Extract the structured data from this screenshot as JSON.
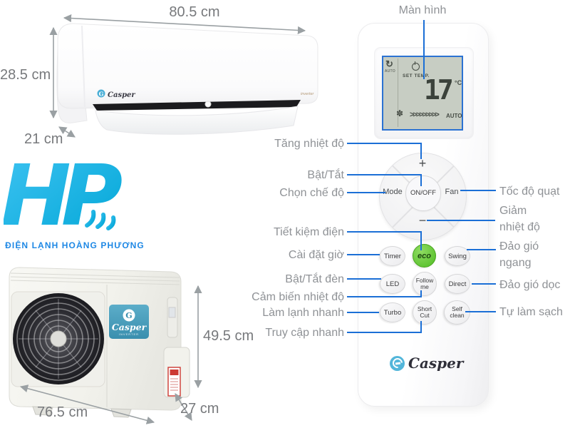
{
  "brand": {
    "name": "Casper",
    "inverter": "inverter",
    "badge_sub": "INVERTER"
  },
  "hp_logo": {
    "monogram": "HP",
    "caption": "ĐIỆN LẠNH HOÀNG PHƯƠNG",
    "color_start": "#3fc3f2",
    "color_end": "#00a6d6",
    "caption_color": "#1e88e5"
  },
  "dimensions": {
    "indoor_width": "80.5 cm",
    "indoor_height": "28.5 cm",
    "indoor_depth": "21 cm",
    "outdoor_height": "49.5 cm",
    "outdoor_width": "76.5 cm",
    "outdoor_depth": "27 cm"
  },
  "remote": {
    "lcd": {
      "mode_auto": "AUTO",
      "set_temp_label": "SET TEMP.",
      "temperature": "17",
      "unit": "°C",
      "fan_arrows": ">>>>>>>>>",
      "fan_auto": "AUTO"
    },
    "pad": {
      "plus": "+",
      "minus": "−",
      "mode": "Mode",
      "power": "ON/OFF",
      "fan": "Fan"
    },
    "buttons": {
      "timer": "Timer",
      "eco": "eco",
      "swing": "Swing",
      "led": "LED",
      "follow_me": "Follow me",
      "direct": "Direct",
      "turbo": "Turbo",
      "short_cut": "Short Cut",
      "self_clean": "Self clean"
    }
  },
  "callouts": {
    "screen": "Màn hình",
    "left": [
      "Tăng nhiệt độ",
      "Bật/Tắt",
      "Chọn chế độ",
      "Tiết kiệm điện",
      "Cài đặt giờ",
      "Bật/Tắt đèn",
      "Cảm biến nhiệt độ",
      "Làm lạnh nhanh",
      "Truy cập nhanh"
    ],
    "right": [
      "Tốc độ quạt",
      "Giảm nhiệt độ",
      "Đảo gió ngang",
      "Đảo gió dọc",
      "Tự làm sạch"
    ],
    "line_color": "#1b6fd6",
    "text_color": "#8f9296"
  }
}
